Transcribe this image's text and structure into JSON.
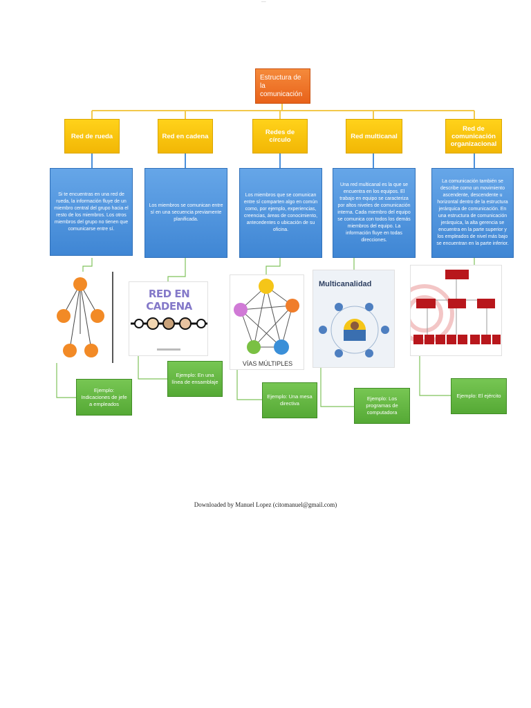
{
  "diagram": {
    "root": {
      "label": "Estructura de la comunicación"
    },
    "categories": [
      {
        "title": "Red de rueda",
        "description": "Si te encuentras en una red de rueda, la información fluye de un miembro central del grupo hacia el resto de los miembros. Los otros miembros del grupo no tienen que comunicarse entre sí.",
        "example": "Ejemplo: Indicaciones de jefe a empleados"
      },
      {
        "title": "Red en cadena",
        "description": "Los miembros se comunican entre sí en una secuencia previamente planificada.",
        "example": "Ejemplo: En una línea de ensamblaje",
        "image_title": "RED EN CADENA"
      },
      {
        "title": "Redes de círculo",
        "description": "Los miembros que se comunican entre sí comparten algo en común como, por ejemplo, experiencias, creencias, áreas de conocimiento, antecedentes o ubicación de su oficina.",
        "example": "Ejemplo: Una mesa directiva",
        "image_caption": "VÍAS MÚLTIPLES"
      },
      {
        "title": "Red multicanal",
        "description": "Una red multicanal es la que se encuentra en los equipos. El trabajo en equipo se caracteriza por altos niveles de comunicación interna. Cada miembro del equipo se comunica con todos los demás miembros del equipo. La información fluye en todas direcciones.",
        "example": "Ejemplo: Los programas de computadora",
        "image_title": "Multicanalidad"
      },
      {
        "title": "Red de comunicación organizacional",
        "description": "La comunicación también se describe como un movimiento ascendente, descendente u horizontal dentro de la estructura jerárquica de comunicación. En una estructura de comunicación jerárquica, la alta gerencia se encuentra en la parte superior y los empleados de nivel más bajo se encuentran en la parte inferior.",
        "example": "Ejemplo: El ejército"
      }
    ]
  },
  "footer": "Downloaded by Manuel Lopez (citomanuel@gmail.com)",
  "topmark": "----",
  "colors": {
    "root": "#ee7326",
    "category": "#f7c20b",
    "description": "#4a8fda",
    "example": "#62b441",
    "connector_top": "#f2c84a",
    "connector_bottom": "#7fc25a"
  }
}
